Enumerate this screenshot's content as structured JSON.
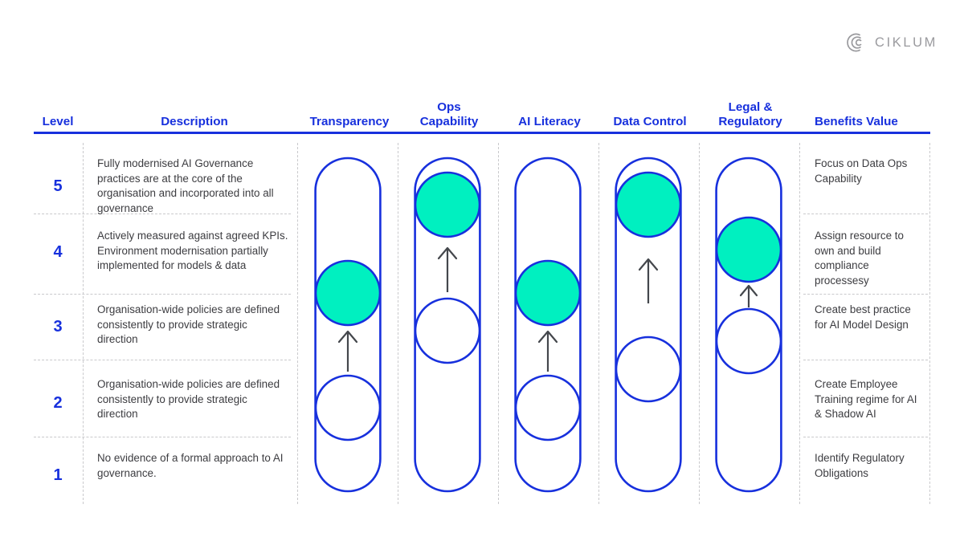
{
  "brand": {
    "name": "CIKLUM",
    "logo_icon": "ciklum-arc-logo-icon",
    "logo_color": "#9a9a9e"
  },
  "theme": {
    "blue": "#1730DD",
    "teal": "#00F0C0",
    "text_gray": "#3c3c40",
    "divider_gray": "#c9c9cc",
    "arrow_gray": "#44474c",
    "background": "#ffffff"
  },
  "headers": {
    "level": "Level",
    "description": "Description",
    "columns": [
      {
        "label": "Transparency",
        "lines": [
          "Transparency"
        ]
      },
      {
        "label": "Ops Capability",
        "lines": [
          "Ops",
          "Capability"
        ]
      },
      {
        "label": "AI Literacy",
        "lines": [
          "AI Literacy"
        ]
      },
      {
        "label": "Data Control",
        "lines": [
          "Data Control"
        ]
      },
      {
        "label": "Legal & Regulatory",
        "lines": [
          "Legal &",
          "Regulatory"
        ]
      }
    ],
    "benefits": "Benefits Value"
  },
  "rows": [
    {
      "level": "5",
      "description": "Fully modernised AI Governance practices are at the core of the organisation and incorporated into all governance",
      "benefit": "Focus on Data Ops Capability"
    },
    {
      "level": "4",
      "description": "Actively measured against agreed KPIs. Environment modernisation partially implemented for models & data",
      "benefit": "Assign resource to own and build compliance processesy"
    },
    {
      "level": "3",
      "description": "Organisation-wide policies are defined consistently to provide strategic direction",
      "benefit": "Create best practice for AI Model Design"
    },
    {
      "level": "2",
      "description": "Organisation-wide policies are defined consistently to provide strategic direction",
      "benefit": "Create Employee Training regime for AI & Shadow AI"
    },
    {
      "level": "1",
      "description": "No evidence of a formal approach to AI governance.",
      "benefit": "Identify Regulatory Obligations"
    }
  ],
  "chart_data": {
    "type": "table",
    "title": "AI Governance Maturity Model",
    "levels": [
      5,
      4,
      3,
      2,
      1
    ],
    "series": [
      {
        "name": "Transparency",
        "current_level": 4,
        "target_level": 2,
        "arrow": "up"
      },
      {
        "name": "Ops Capability",
        "current_level": 5,
        "target_level": 3,
        "arrow": "up"
      },
      {
        "name": "AI Literacy",
        "current_level": 4,
        "target_level": 2,
        "arrow": "up"
      },
      {
        "name": "Data Control",
        "current_level": 5,
        "target_level": 2,
        "arrow": "up"
      },
      {
        "name": "Legal & Regulatory",
        "current_level": 4,
        "target_level": 3,
        "arrow": "up"
      }
    ],
    "marker_legend": {
      "filled": "current maturity level (teal)",
      "outline": "baseline level (white outline)",
      "arrow": "direction of improvement"
    }
  },
  "layout": {
    "col_centers": [
      433,
      557,
      682,
      807,
      932
    ],
    "track_top": 197,
    "track_bottom": 612,
    "level_band_height": 83
  }
}
